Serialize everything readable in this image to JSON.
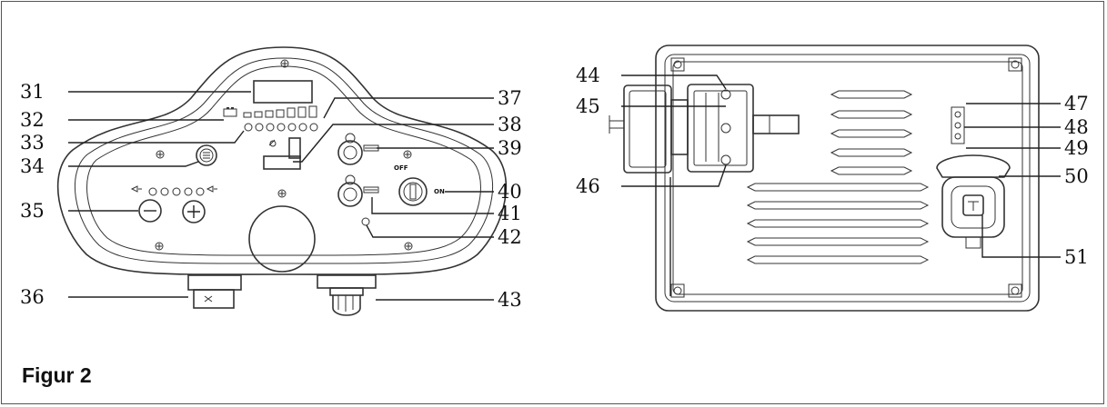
{
  "caption": "Figur 2",
  "left_panel": {
    "callouts": {
      "c31": "31",
      "c32": "32",
      "c33": "33",
      "c34": "34",
      "c35": "35",
      "c36": "36",
      "c37": "37",
      "c38": "38",
      "c39": "39",
      "c40": "40",
      "c41": "41",
      "c42": "42",
      "c43": "43"
    },
    "switch_off_label": "OFF",
    "switch_on_label": "ON"
  },
  "right_panel": {
    "callouts": {
      "c44": "44",
      "c45": "45",
      "c46": "46",
      "c47": "47",
      "c48": "48",
      "c49": "49",
      "c50": "50",
      "c51": "51"
    }
  }
}
